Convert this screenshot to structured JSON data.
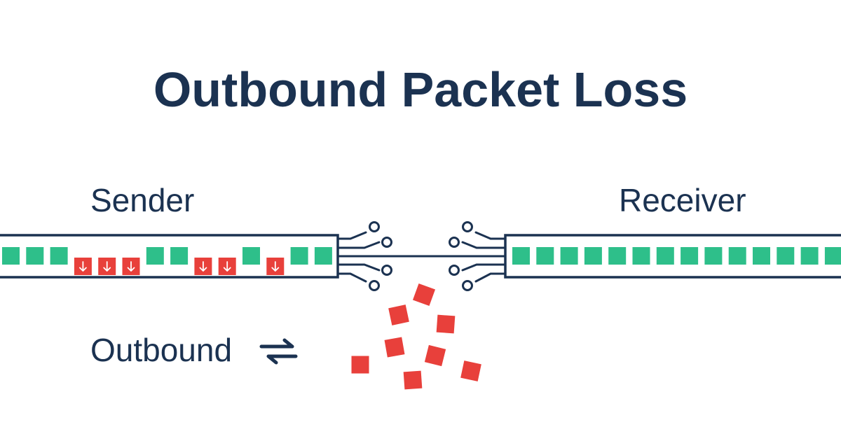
{
  "title": "Outbound Packet Loss",
  "labels": {
    "sender": "Sender",
    "receiver": "Receiver",
    "direction": "Outbound"
  },
  "icons": {
    "direction": "swap-arrows-icon",
    "dropped_packet": "down-arrow-icon",
    "connector": "cable-connector-icon"
  },
  "colors": {
    "text": "#1b3251",
    "packet_delivered": "#2ebf8a",
    "packet_dropped": "#e8403b",
    "background": "#ffffff"
  },
  "sender_stream": [
    "ok",
    "ok",
    "ok",
    "lost",
    "lost",
    "lost",
    "ok",
    "ok",
    "lost",
    "lost",
    "ok",
    "lost",
    "ok",
    "ok"
  ],
  "receiver_packet_count": 14,
  "scattered_packet_count": 8
}
